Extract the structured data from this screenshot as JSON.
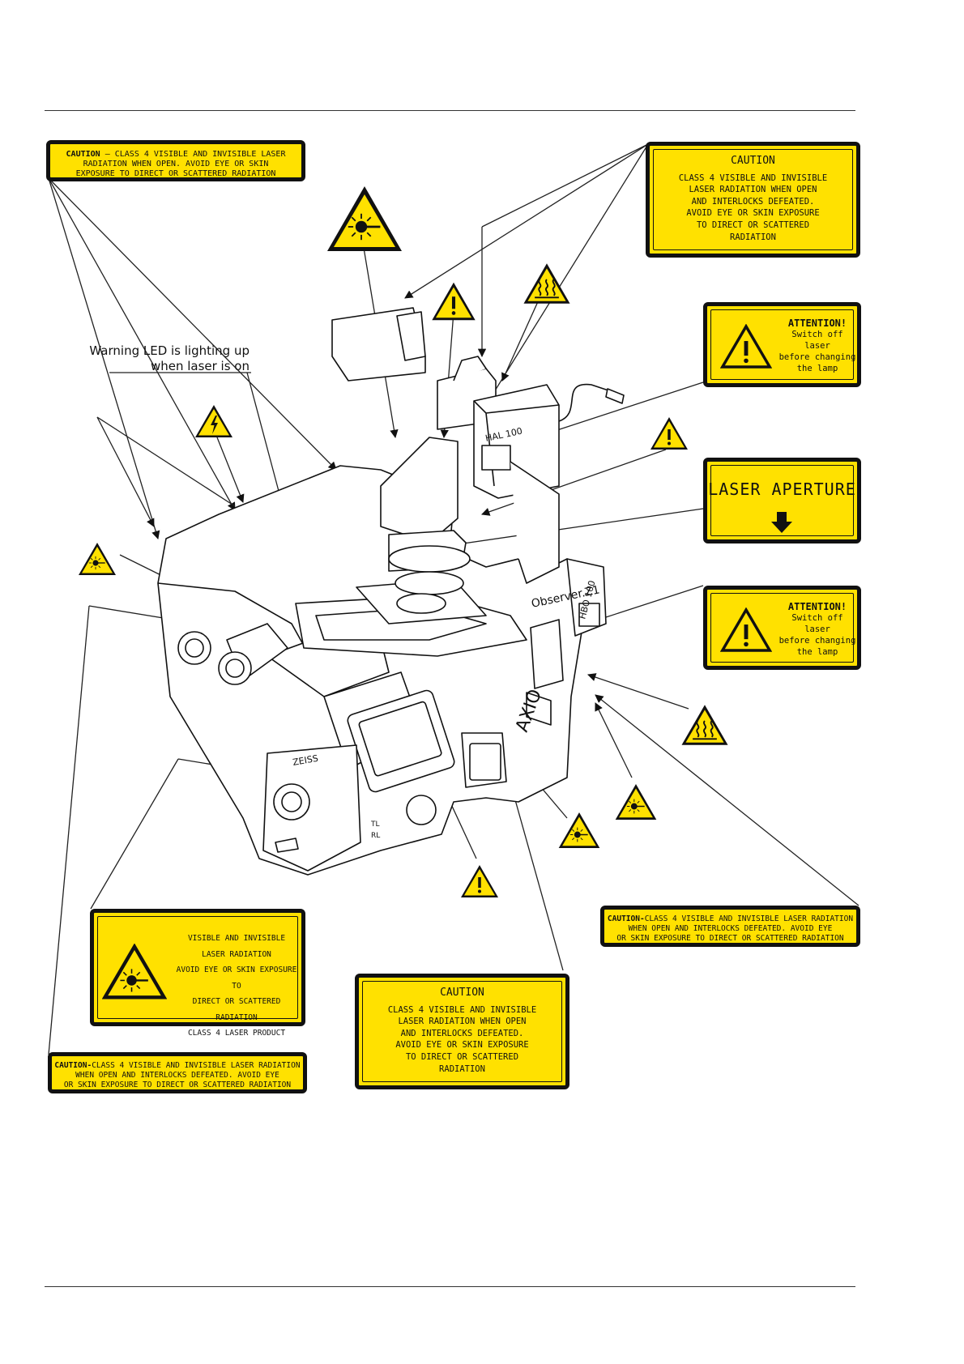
{
  "note": {
    "line1": "Warning LED is lighting up",
    "line2": "when laser is on"
  },
  "labels": {
    "top_left_caution": {
      "bold": "CAUTION",
      "text": " – CLASS 4 VISIBLE AND INVISIBLE LASER\nRADIATION WHEN OPEN. AVOID EYE OR SKIN\nEXPOSURE TO DIRECT OR SCATTERED RADIATION"
    },
    "top_right_caution": {
      "title": "CAUTION",
      "text": "CLASS 4 VISIBLE AND INVISIBLE\nLASER RADIATION WHEN OPEN\nAND INTERLOCKS DEFEATED.\nAVOID EYE OR SKIN EXPOSURE\nTO DIRECT OR SCATTERED\nRADIATION"
    },
    "attention_1": {
      "title": "ATTENTION!",
      "text": "Switch off laser\nbefore changing\nthe lamp"
    },
    "laser_aperture": {
      "title": "LASER APERTURE"
    },
    "attention_2": {
      "title": "ATTENTION!",
      "text": "Switch off laser\nbefore changing\nthe lamp"
    },
    "right_caution_interlocks": {
      "bold": "CAUTION-",
      "text": "CLASS 4 VISIBLE AND INVISIBLE LASER RADIATION\nWHEN OPEN AND INTERLOCKS DEFEATED. AVOID EYE\nOR SKIN EXPOSURE TO DIRECT OR SCATTERED RADIATION"
    },
    "laser_product": {
      "text": "VISIBLE AND INVISIBLE\nLASER RADIATION\nAVOID EYE OR SKIN EXPOSURE TO\nDIRECT OR SCATTERED RADIATION\nCLASS 4 LASER PRODUCT"
    },
    "bottom_center_caution": {
      "title": "CAUTION",
      "text": "CLASS 4 VISIBLE AND INVISIBLE\nLASER RADIATION WHEN OPEN\nAND INTERLOCKS DEFEATED.\nAVOID EYE OR SKIN EXPOSURE\nTO DIRECT OR SCATTERED\nRADIATION"
    },
    "bottom_left_caution": {
      "bold": "CAUTION-",
      "text": "CLASS 4 VISIBLE AND INVISIBLE LASER RADIATION\nWHEN OPEN AND INTERLOCKS DEFEATED. AVOID EYE\nOR SKIN EXPOSURE TO DIRECT OR SCATTERED RADIATION"
    }
  },
  "microscope_text": {
    "brand": "ZEISS",
    "model": "Observer.Z1",
    "side": "AXIO",
    "lamp1": "HAL 100",
    "lamp2": "HBO 100",
    "tl": "TL",
    "rl": "RL"
  },
  "colors": {
    "label_yellow": "#ffe100",
    "border": "#111111",
    "line": "#222222"
  },
  "icons": [
    "laser-warning-icon",
    "exclamation-warning-icon",
    "electric-warning-icon",
    "hot-surface-warning-icon",
    "arrow-down-icon"
  ]
}
